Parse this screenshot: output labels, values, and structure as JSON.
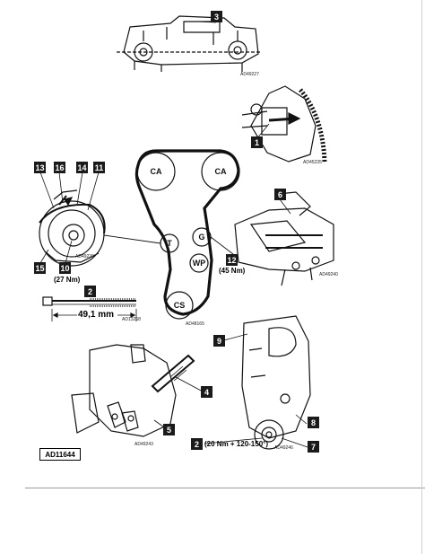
{
  "callouts": {
    "c1": "1",
    "c2a": "2",
    "c2b": "2",
    "c3": "3",
    "c4": "4",
    "c5": "5",
    "c6": "6",
    "c7": "7",
    "c8": "8",
    "c9": "9",
    "c10": "10",
    "c11": "11",
    "c12": "12",
    "c13": "13",
    "c14": "14",
    "c15": "15",
    "c16": "16"
  },
  "pulleys": {
    "ca1": "CA",
    "ca2": "CA",
    "t": "T",
    "g": "G",
    "wp": "WP",
    "cs": "CS"
  },
  "notes": {
    "torque_12": "(45 Nm)",
    "torque_10": "(27 Nm)",
    "length": "49,1 mm",
    "torque_2": "(20 Nm + 120-150°)"
  },
  "refs": {
    "r3": "AD49227",
    "r1": "AD45235",
    "r_tens": "AD49229",
    "r_mid": "AD48165",
    "r_bolt": "AD13268",
    "r_right": "AD49240",
    "r_tool": "AD49243",
    "r_crank": "AD49246"
  },
  "code": "AD11644"
}
